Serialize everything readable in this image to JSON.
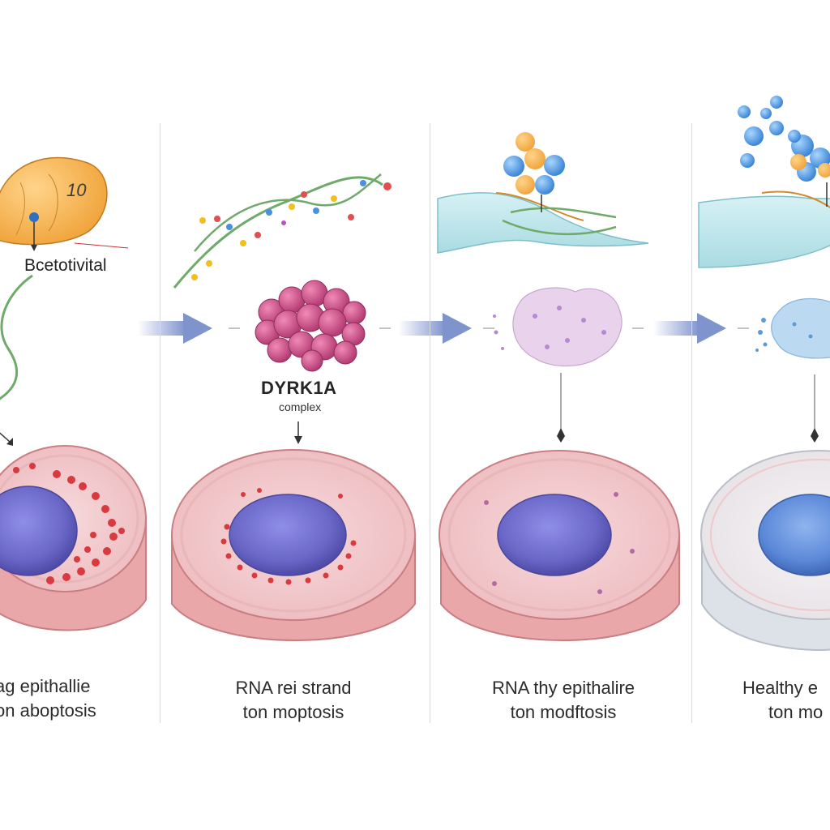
{
  "panels": [
    {
      "label": "Bcetotivital",
      "badge": "10",
      "caption_line1": "ag epithallie",
      "caption_line2": "on aboptosis"
    },
    {
      "protein_title": "DYRK1A",
      "protein_subtitle": "complex",
      "caption_line1": "RNA rei strand",
      "caption_line2": "ton moptosis"
    },
    {
      "caption_line1": "RNA thy epithalire",
      "caption_line2": "ton modftosis"
    },
    {
      "caption_line1": "Healthy e",
      "caption_line2": "ton mo"
    }
  ],
  "colors": {
    "cell_pink": "#f3c9cb",
    "cell_rim": "#e39a9a",
    "nucleus_purple": "#6f6fcf",
    "nucleus_blue": "#5a86d6",
    "arrow_blue": "#8ea2d6",
    "dyrk_magenta": "#cc4f86",
    "wave_teal": "#bfe6ea",
    "rna_green": "#6faa6a"
  },
  "icons": [
    "process-arrow-icon",
    "down-arrow-icon",
    "protein-cluster-icon",
    "rna-strand-icon",
    "cell-dish-icon"
  ]
}
